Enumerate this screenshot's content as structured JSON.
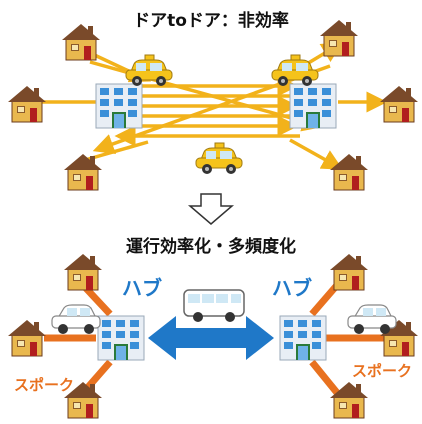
{
  "top_title": "ドアtoドア：非効率",
  "bottom_title": "運行効率化・多頻度化",
  "hub_label": "ハブ",
  "spoke_label": "スポーク",
  "colors": {
    "arrow_yellow": "#f2b21b",
    "arrow_orange": "#e8711f",
    "hub_blue": "#1f78c8",
    "taxi_yellow": "#f5c31b",
    "house_roof": "#7a4a2a",
    "house_wall": "#e9b84e"
  },
  "icons": [
    "house-icon",
    "building-icon",
    "taxi-icon",
    "car-icon",
    "van-icon",
    "down-arrow-icon"
  ]
}
